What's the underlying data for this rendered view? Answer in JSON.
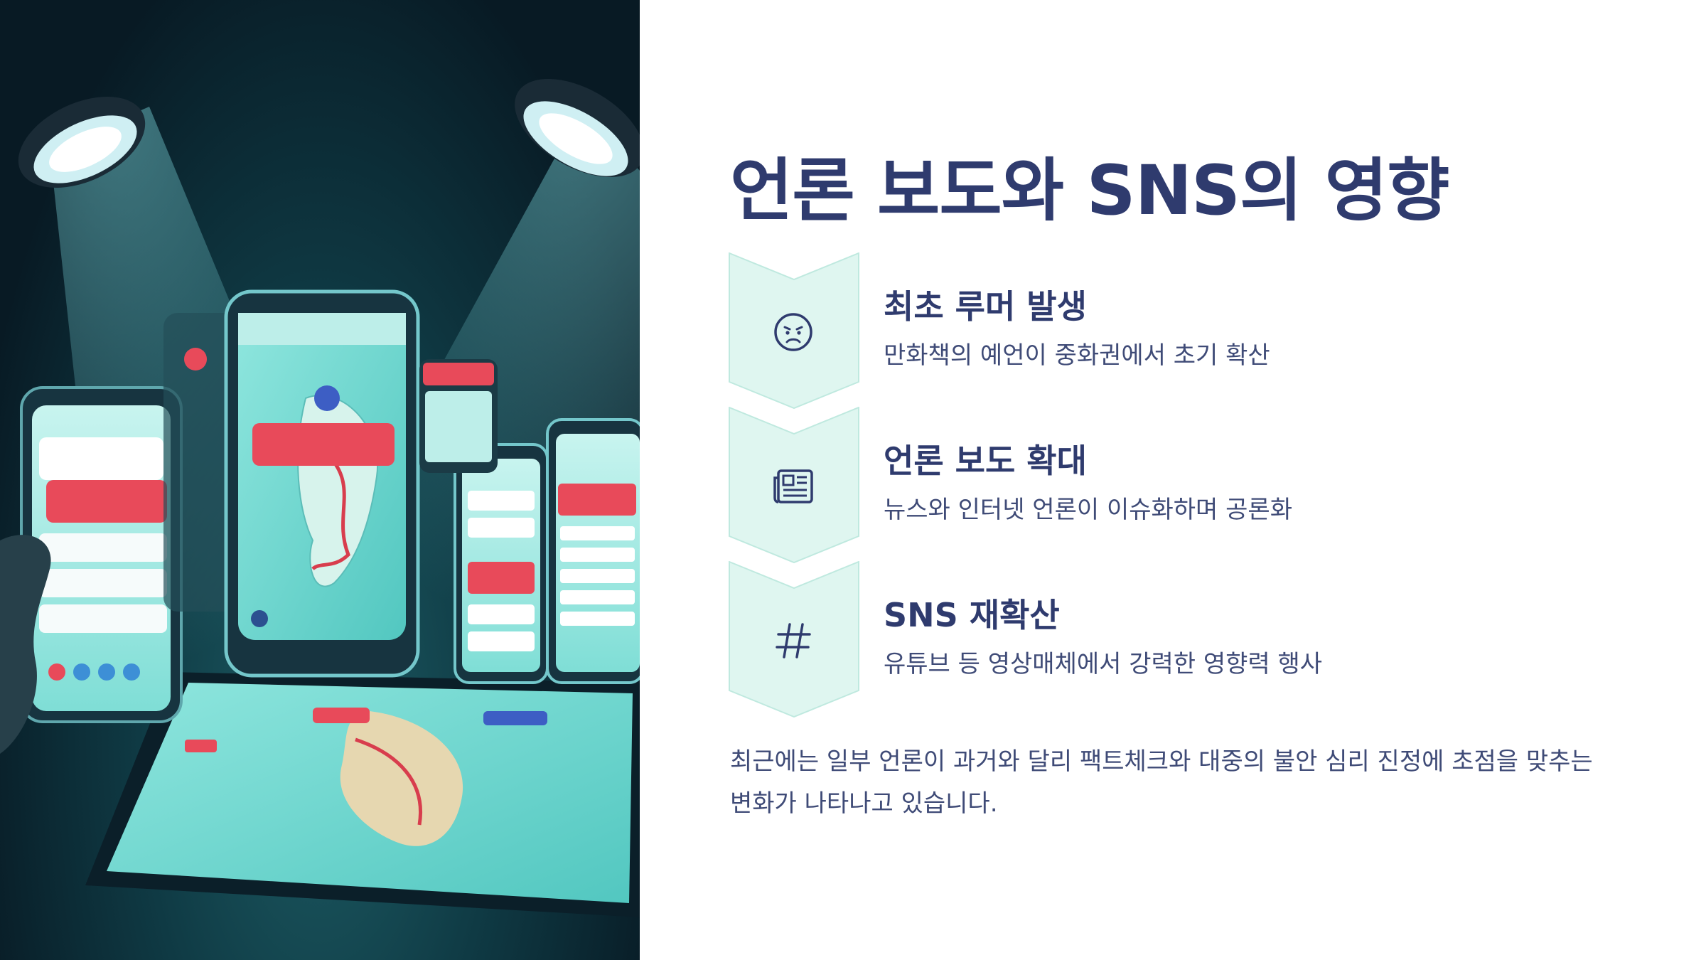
{
  "slide": {
    "title": "언론 보도와 SNS의 영향",
    "steps": [
      {
        "heading": "최초 루머 발생",
        "description": "만화책의 예언이 중화권에서 초기 확산",
        "icon": "worried-face-icon"
      },
      {
        "heading": "언론 보도 확대",
        "description": "뉴스와 인터넷 언론이 이슈화하며 공론화",
        "icon": "newspaper-icon"
      },
      {
        "heading": "SNS 재확산",
        "description": "유튜브 등 영상매체에서 강력한 영향력 행사",
        "icon": "hashtag-icon"
      }
    ],
    "summary": "최근에는 일부 언론이 과거와 달리 팩트체크와 대중의 불안 심리 진정에 초점을 맞추는 변화가 나타나고 있습니다."
  },
  "colors": {
    "title": "#2f3b6e",
    "body_text": "#3f4b77",
    "chevron_fill": "#dff6f0",
    "chevron_stroke": "#bfe9df",
    "icon": "#2f3b6e"
  }
}
